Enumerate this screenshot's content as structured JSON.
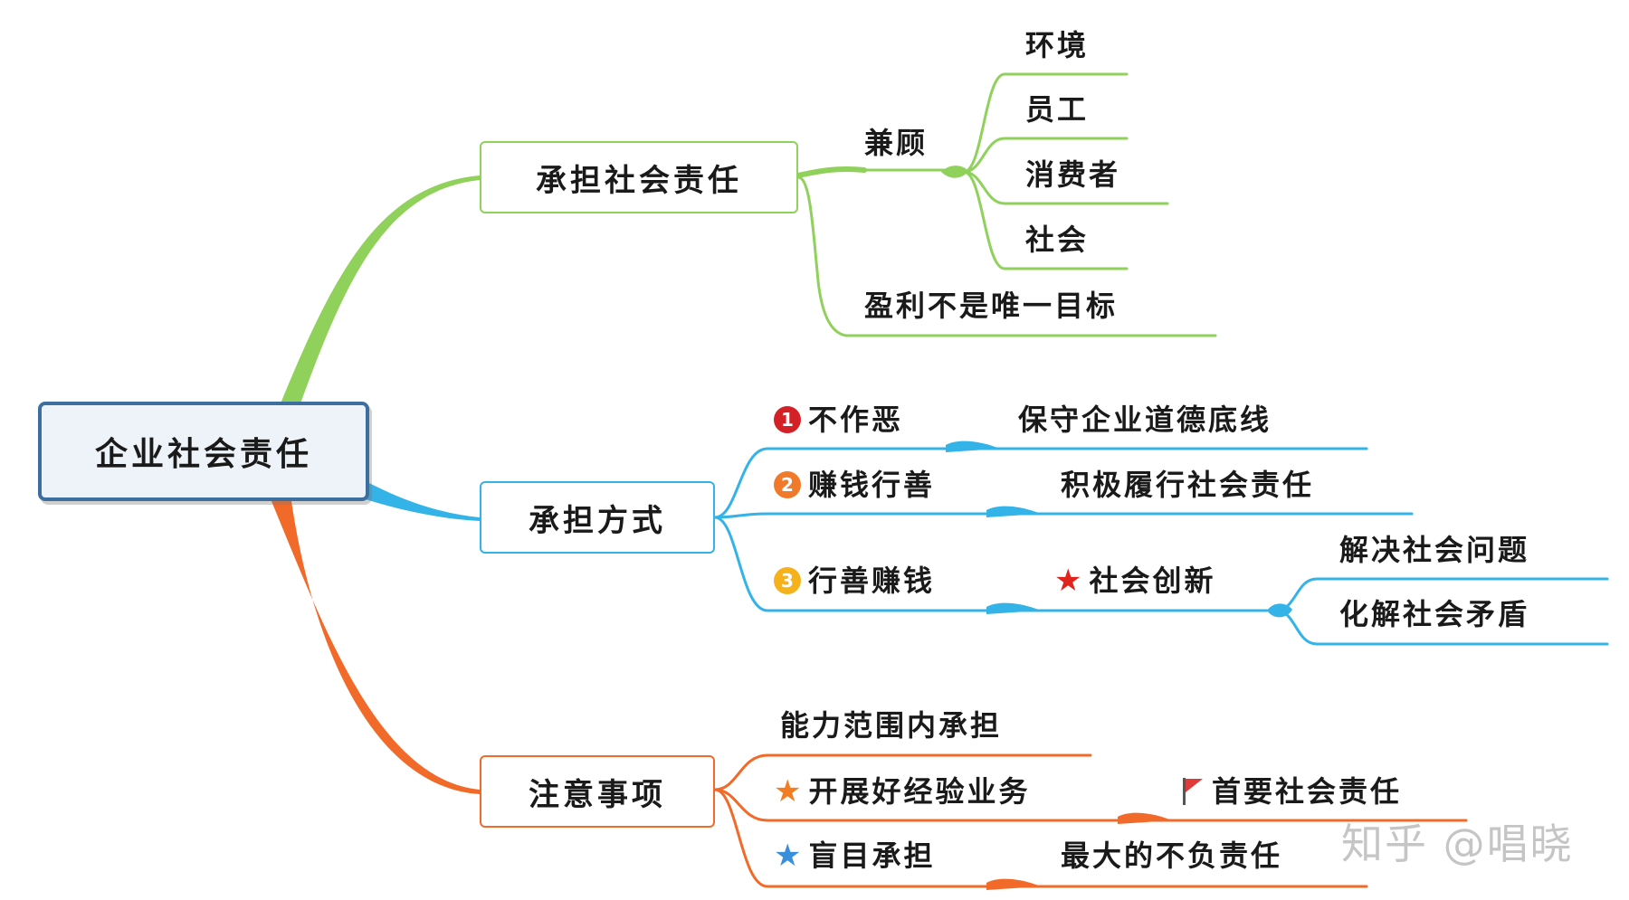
{
  "colors": {
    "root_border": "#3e6ea0",
    "green": "#8fd15a",
    "blue": "#33b3e8",
    "orange": "#f26a2a",
    "badge_red": "#d42027",
    "badge_orange": "#f07a2a",
    "badge_yellow": "#f5b21b",
    "star_red": "#e0241d",
    "star_orange": "#f27d22",
    "star_blue": "#3a8fdc",
    "flag_red": "#e03a3a"
  },
  "root": {
    "label": "企业社会责任"
  },
  "branch_1": {
    "label": "承担社会责任",
    "jiangu": {
      "label": "兼顾",
      "items": [
        "环境",
        "员工",
        "消费者",
        "社会"
      ]
    },
    "profit": {
      "label": "盈利不是唯一目标"
    }
  },
  "branch_2": {
    "label": "承担方式",
    "items": [
      {
        "badge": "1",
        "icon": "badge-red-icon",
        "label": "不作恶",
        "child": "保守企业道德底线"
      },
      {
        "badge": "2",
        "icon": "badge-orange-icon",
        "label": "赚钱行善",
        "child": "积极履行社会责任"
      },
      {
        "badge": "3",
        "icon": "badge-yellow-icon",
        "label": "行善赚钱",
        "child": "社会创新",
        "child_icon": "red-star-icon",
        "grandchildren": [
          "解决社会问题",
          "化解社会矛盾"
        ]
      }
    ]
  },
  "branch_3": {
    "label": "注意事项",
    "items": [
      {
        "label": "能力范围内承担"
      },
      {
        "icon": "orange-star-icon",
        "label": "开展好经验业务",
        "child": "首要社会责任",
        "child_icon": "red-flag-icon"
      },
      {
        "icon": "blue-star-icon",
        "label": "盲目承担",
        "child": "最大的不负责任"
      }
    ]
  },
  "watermark": "知乎 @唱晓"
}
